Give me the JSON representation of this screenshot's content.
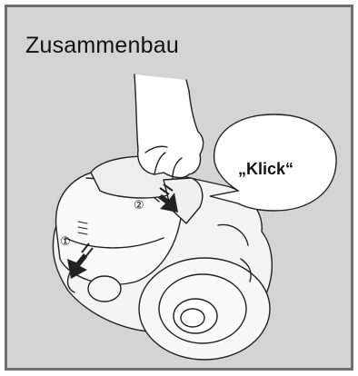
{
  "title": "Zusammenbau",
  "callout": "„Klick“",
  "steps": [
    "①",
    "②"
  ],
  "colors": {
    "panel_bg": "#d4d4d4",
    "border": "#6f6f6f",
    "line": "#222222"
  },
  "icons": [
    "hand-illustration",
    "vacuum-cleaner-illustration",
    "arrow-down-icon"
  ]
}
